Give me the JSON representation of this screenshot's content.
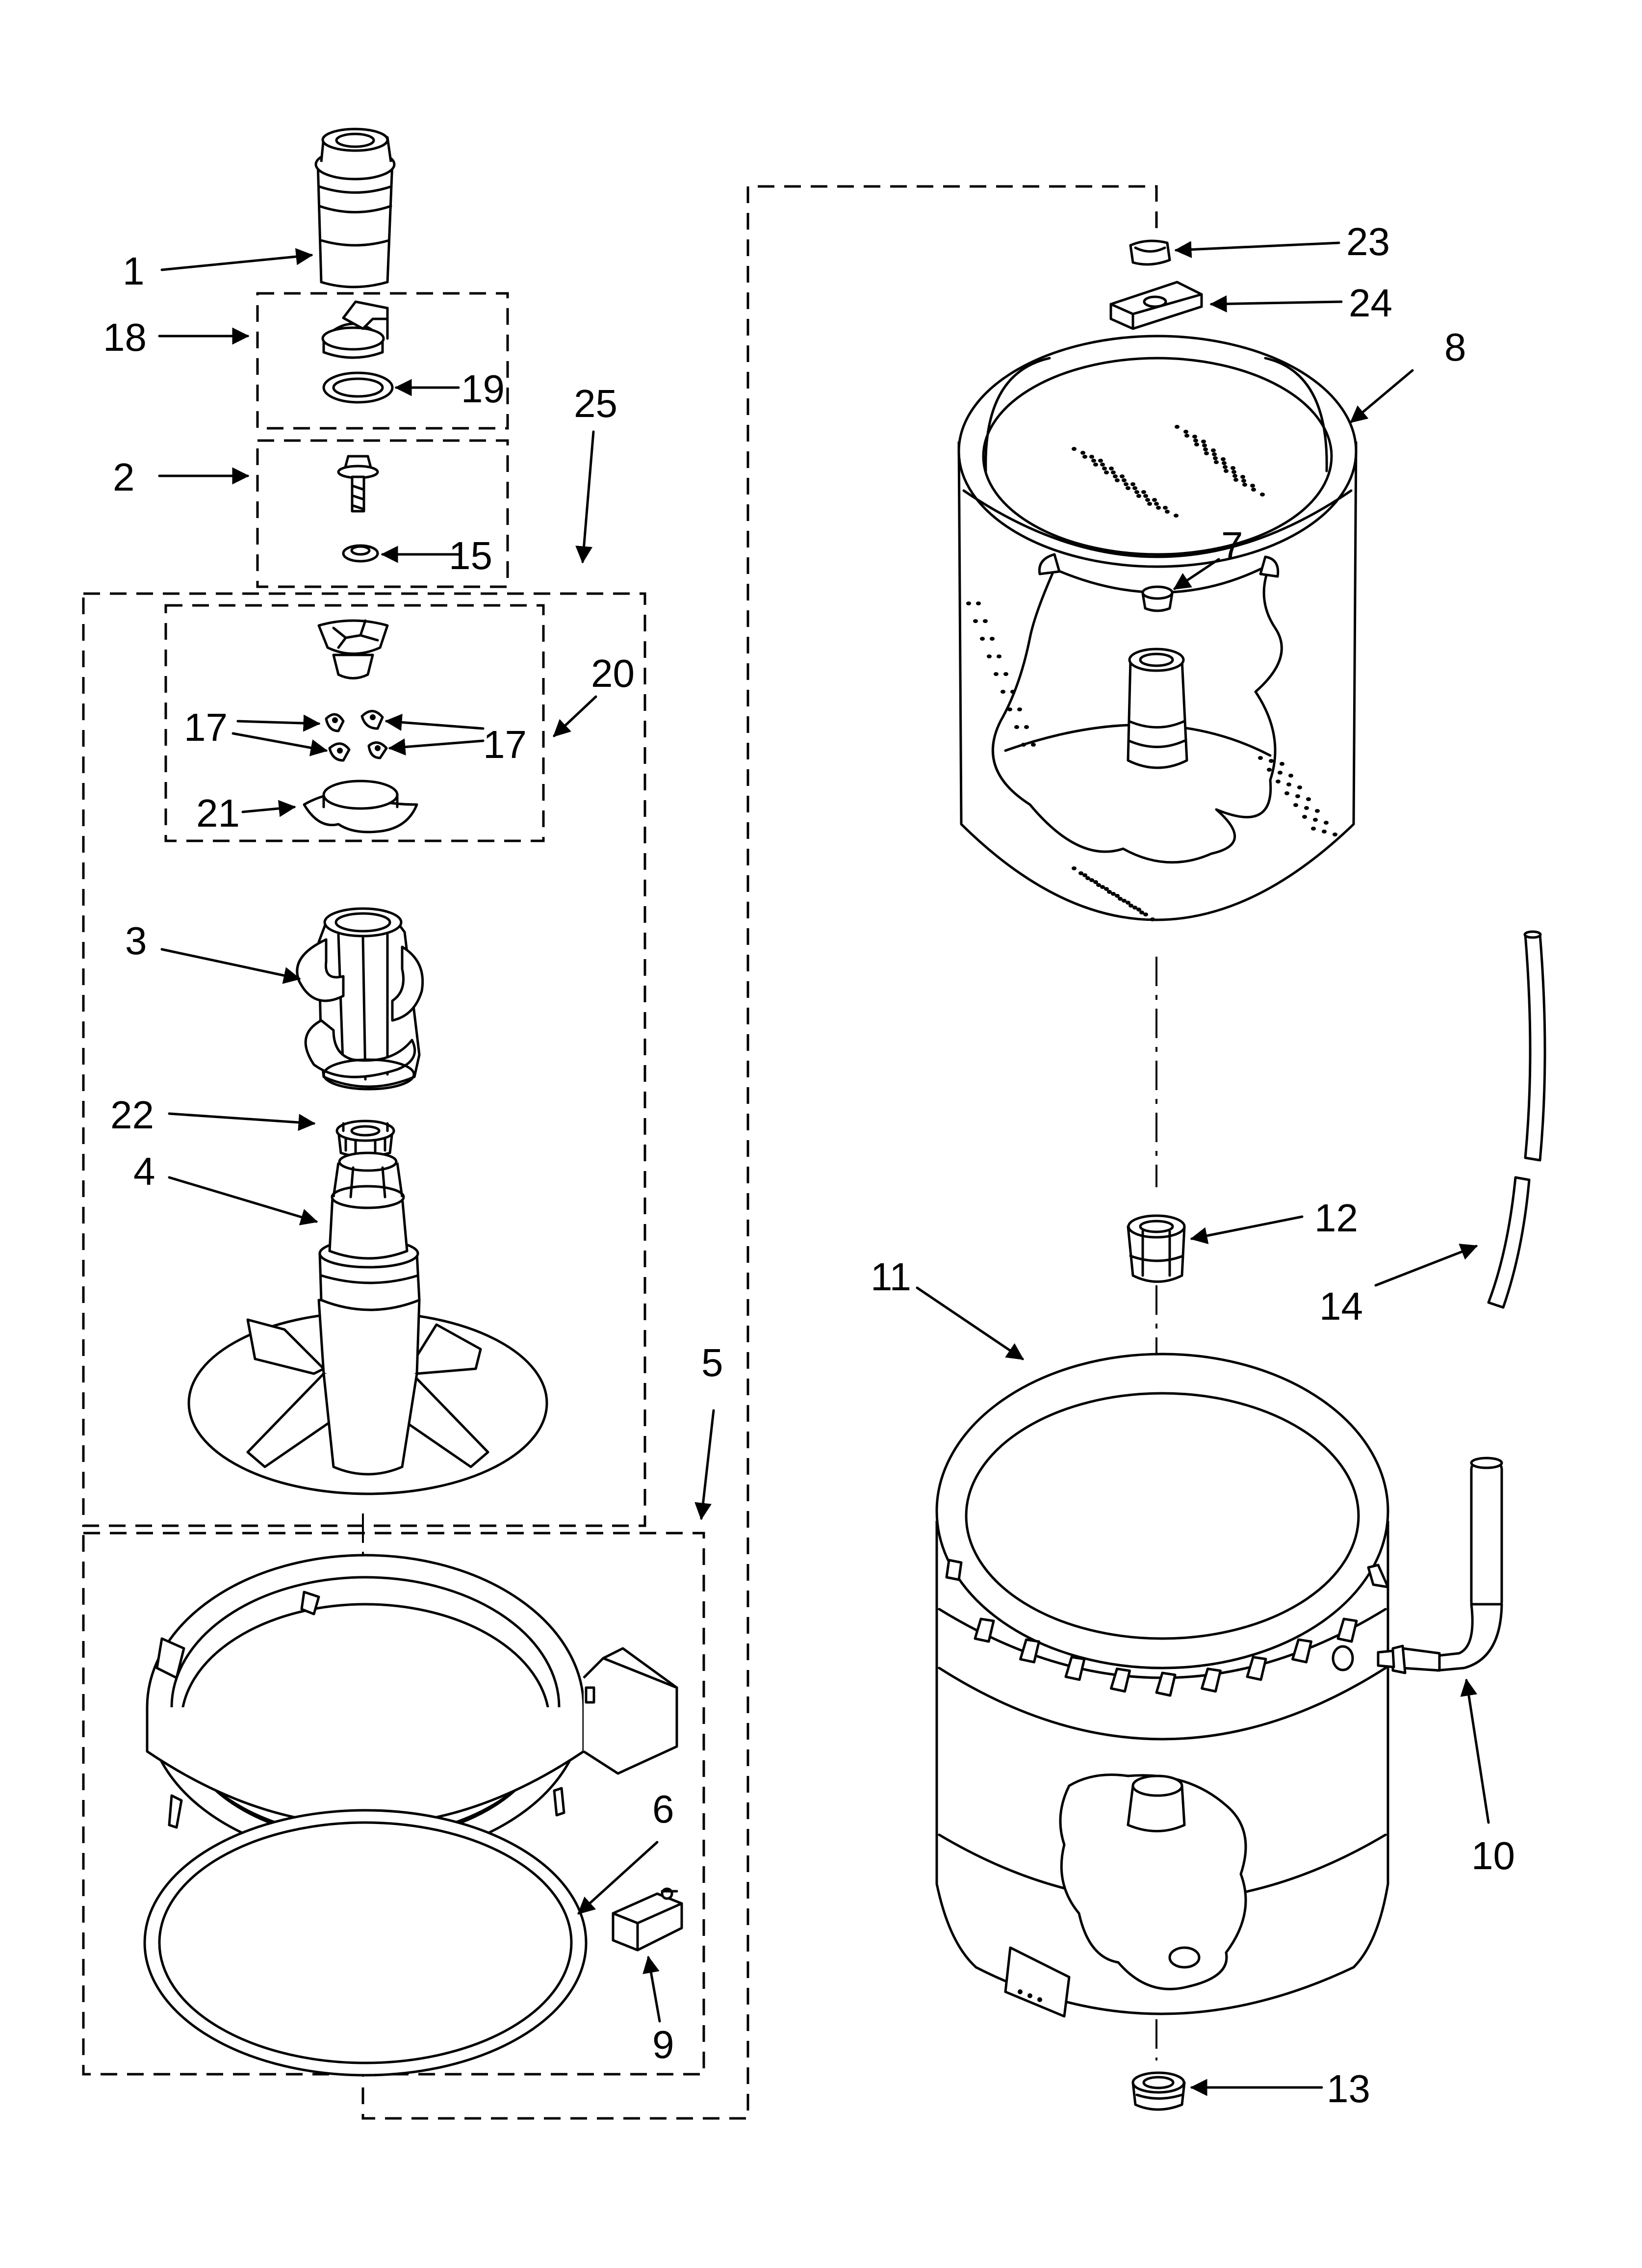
{
  "callouts": [
    {
      "id": "1",
      "text": "1"
    },
    {
      "id": "2",
      "text": "2"
    },
    {
      "id": "3",
      "text": "3"
    },
    {
      "id": "4",
      "text": "4"
    },
    {
      "id": "5",
      "text": "5"
    },
    {
      "id": "6",
      "text": "6"
    },
    {
      "id": "7",
      "text": "7"
    },
    {
      "id": "8",
      "text": "8"
    },
    {
      "id": "9",
      "text": "9"
    },
    {
      "id": "10",
      "text": "10"
    },
    {
      "id": "11",
      "text": "11"
    },
    {
      "id": "12",
      "text": "12"
    },
    {
      "id": "13",
      "text": "13"
    },
    {
      "id": "14",
      "text": "14"
    },
    {
      "id": "15",
      "text": "15"
    },
    {
      "id": "17a",
      "text": "17"
    },
    {
      "id": "17b",
      "text": "17"
    },
    {
      "id": "18",
      "text": "18"
    },
    {
      "id": "19",
      "text": "19"
    },
    {
      "id": "20",
      "text": "20"
    },
    {
      "id": "21",
      "text": "21"
    },
    {
      "id": "22",
      "text": "22"
    },
    {
      "id": "23",
      "text": "23"
    },
    {
      "id": "24",
      "text": "24"
    },
    {
      "id": "25",
      "text": "25"
    }
  ]
}
